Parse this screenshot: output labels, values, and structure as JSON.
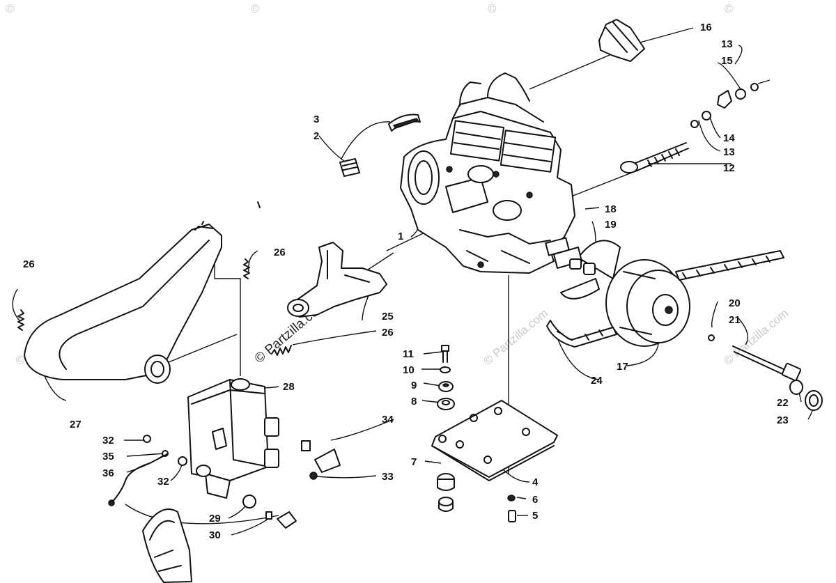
{
  "watermark": {
    "text": "© Partzilla.com",
    "corner_symbol": "©"
  },
  "callouts": [
    "1",
    "2",
    "3",
    "4",
    "5",
    "6",
    "7",
    "8",
    "9",
    "10",
    "11",
    "12",
    "13",
    "13",
    "14",
    "15",
    "16",
    "17",
    "18",
    "19",
    "20",
    "21",
    "22",
    "23",
    "24",
    "25",
    "26",
    "26",
    "26",
    "27",
    "28",
    "29",
    "30",
    "32",
    "32",
    "33",
    "34",
    "35",
    "36"
  ]
}
